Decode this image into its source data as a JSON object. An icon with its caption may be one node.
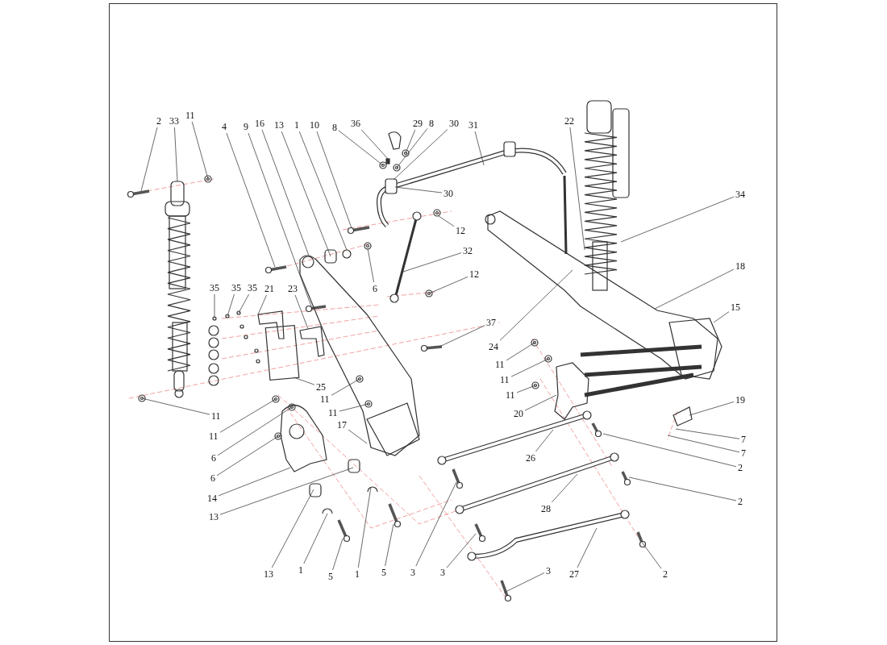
{
  "diagram": {
    "nodes": [
      {
        "text": [
          "2"
        ]
      },
      {
        "text": [
          "33"
        ]
      },
      {
        "text": [
          "11"
        ]
      },
      {
        "text": [
          "4"
        ]
      },
      {
        "text": [
          "9"
        ]
      },
      {
        "text": [
          "16"
        ]
      },
      {
        "text": [
          "13"
        ]
      },
      {
        "text": [
          "1"
        ]
      },
      {
        "text": [
          "10"
        ]
      },
      {
        "text": [
          "8"
        ]
      },
      {
        "text": [
          "36"
        ]
      },
      {
        "text": [
          "29"
        ]
      },
      {
        "text": [
          "8"
        ]
      },
      {
        "text": [
          "30"
        ]
      },
      {
        "text": [
          "31"
        ]
      },
      {
        "text": [
          "30"
        ]
      },
      {
        "text": [
          "12"
        ]
      },
      {
        "text": [
          "6"
        ]
      },
      {
        "text": [
          "32"
        ]
      },
      {
        "text": [
          "12"
        ]
      },
      {
        "text": [
          "35"
        ]
      },
      {
        "text": [
          "35"
        ]
      },
      {
        "text": [
          "35"
        ]
      },
      {
        "text": [
          "21"
        ]
      },
      {
        "text": [
          "23"
        ]
      },
      {
        "text": [
          "37"
        ]
      },
      {
        "text": [
          "25"
        ]
      },
      {
        "text": [
          "11"
        ]
      },
      {
        "text": [
          "11"
        ]
      },
      {
        "text": [
          "17"
        ]
      },
      {
        "text": [
          "11"
        ]
      },
      {
        "text": [
          "11"
        ]
      },
      {
        "text": [
          "6"
        ]
      },
      {
        "text": [
          "6"
        ]
      },
      {
        "text": [
          "14"
        ]
      },
      {
        "text": [
          "13"
        ]
      },
      {
        "text": [
          "13"
        ]
      },
      {
        "text": [
          "1"
        ]
      },
      {
        "text": [
          "5"
        ]
      },
      {
        "text": [
          "1"
        ]
      },
      {
        "text": [
          "5"
        ]
      },
      {
        "text": [
          "3"
        ]
      },
      {
        "text": [
          "3"
        ]
      },
      {
        "text": [
          "3"
        ]
      },
      {
        "text": [
          "22"
        ]
      },
      {
        "text": [
          "34"
        ]
      },
      {
        "text": [
          "18"
        ]
      },
      {
        "text": [
          "15"
        ]
      },
      {
        "text": [
          "24"
        ]
      },
      {
        "text": [
          "11"
        ]
      },
      {
        "text": [
          "11"
        ]
      },
      {
        "text": [
          "11"
        ]
      },
      {
        "text": [
          "20"
        ]
      },
      {
        "text": [
          "19"
        ]
      },
      {
        "text": [
          "7"
        ]
      },
      {
        "text": [
          "7"
        ]
      },
      {
        "text": [
          "26"
        ]
      },
      {
        "text": [
          "2"
        ]
      },
      {
        "text": [
          "28"
        ]
      },
      {
        "text": [
          "2"
        ]
      },
      {
        "text": [
          "27"
        ]
      },
      {
        "text": [
          "2"
        ]
      }
    ],
    "edges": [
      {
        "from": 0,
        "to": null,
        "arrow": "none"
      },
      {
        "from": 1,
        "to": null,
        "arrow": "none"
      },
      {
        "from": 2,
        "to": null,
        "arrow": "none"
      },
      {
        "from": 3,
        "to": null,
        "arrow": "none"
      },
      {
        "from": 4,
        "to": null,
        "arrow": "none"
      },
      {
        "from": 5,
        "to": null,
        "arrow": "none"
      },
      {
        "from": 6,
        "to": null,
        "arrow": "none"
      },
      {
        "from": 7,
        "to": null,
        "arrow": "none"
      },
      {
        "from": 8,
        "to": null,
        "arrow": "none"
      },
      {
        "from": 9,
        "to": null,
        "arrow": "none"
      },
      {
        "from": 10,
        "to": null,
        "arrow": "none"
      },
      {
        "from": 11,
        "to": null,
        "arrow": "none"
      },
      {
        "from": 12,
        "to": null,
        "arrow": "none"
      },
      {
        "from": 13,
        "to": null,
        "arrow": "none"
      },
      {
        "from": 14,
        "to": null,
        "arrow": "none"
      },
      {
        "from": 15,
        "to": null,
        "arrow": "none"
      },
      {
        "from": 16,
        "to": null,
        "arrow": "none"
      },
      {
        "from": 17,
        "to": null,
        "arrow": "none"
      },
      {
        "from": 18,
        "to": null,
        "arrow": "none"
      },
      {
        "from": 19,
        "to": null,
        "arrow": "none"
      },
      {
        "from": 20,
        "to": null,
        "arrow": "none"
      },
      {
        "from": 21,
        "to": null,
        "arrow": "none"
      },
      {
        "from": 22,
        "to": null,
        "arrow": "none"
      },
      {
        "from": 23,
        "to": null,
        "arrow": "none"
      },
      {
        "from": 24,
        "to": null,
        "arrow": "none"
      },
      {
        "from": 25,
        "to": null,
        "arrow": "none"
      },
      {
        "from": 26,
        "to": null,
        "arrow": "none"
      },
      {
        "from": 27,
        "to": null,
        "arrow": "none"
      },
      {
        "from": 28,
        "to": null,
        "arrow": "none"
      },
      {
        "from": 29,
        "to": null,
        "arrow": "none"
      },
      {
        "from": 30,
        "to": null,
        "arrow": "none"
      },
      {
        "from": 31,
        "to": null,
        "arrow": "none"
      },
      {
        "from": 32,
        "to": null,
        "arrow": "none"
      },
      {
        "from": 33,
        "to": null,
        "arrow": "none"
      },
      {
        "from": 34,
        "to": null,
        "arrow": "none"
      },
      {
        "from": 35,
        "to": null,
        "arrow": "none"
      },
      {
        "from": 36,
        "to": null,
        "arrow": "none"
      },
      {
        "from": 37,
        "to": null,
        "arrow": "none"
      },
      {
        "from": 38,
        "to": null,
        "arrow": "none"
      },
      {
        "from": 39,
        "to": null,
        "arrow": "none"
      },
      {
        "from": 40,
        "to": null,
        "arrow": "none"
      },
      {
        "from": 41,
        "to": null,
        "arrow": "none"
      },
      {
        "from": 42,
        "to": null,
        "arrow": "none"
      },
      {
        "from": 43,
        "to": null,
        "arrow": "none"
      },
      {
        "from": 44,
        "to": null,
        "arrow": "none"
      },
      {
        "from": 45,
        "to": null,
        "arrow": "none"
      },
      {
        "from": 46,
        "to": null,
        "arrow": "none"
      },
      {
        "from": 47,
        "to": null,
        "arrow": "none"
      },
      {
        "from": 48,
        "to": null,
        "arrow": "none"
      },
      {
        "from": 49,
        "to": null,
        "arrow": "none"
      },
      {
        "from": 50,
        "to": null,
        "arrow": "none"
      },
      {
        "from": 51,
        "to": null,
        "arrow": "none"
      },
      {
        "from": 52,
        "to": null,
        "arrow": "none"
      },
      {
        "from": 53,
        "to": null,
        "arrow": "none"
      },
      {
        "from": 54,
        "to": null,
        "arrow": "none"
      },
      {
        "from": 55,
        "to": null,
        "arrow": "none"
      },
      {
        "from": 56,
        "to": null,
        "arrow": "none"
      },
      {
        "from": 57,
        "to": null,
        "arrow": "none"
      },
      {
        "from": 58,
        "to": null,
        "arrow": "none"
      },
      {
        "from": 59,
        "to": null,
        "arrow": "none"
      },
      {
        "from": 60,
        "to": null,
        "arrow": "none"
      },
      {
        "from": 61,
        "to": null,
        "arrow": "none"
      }
    ]
  }
}
